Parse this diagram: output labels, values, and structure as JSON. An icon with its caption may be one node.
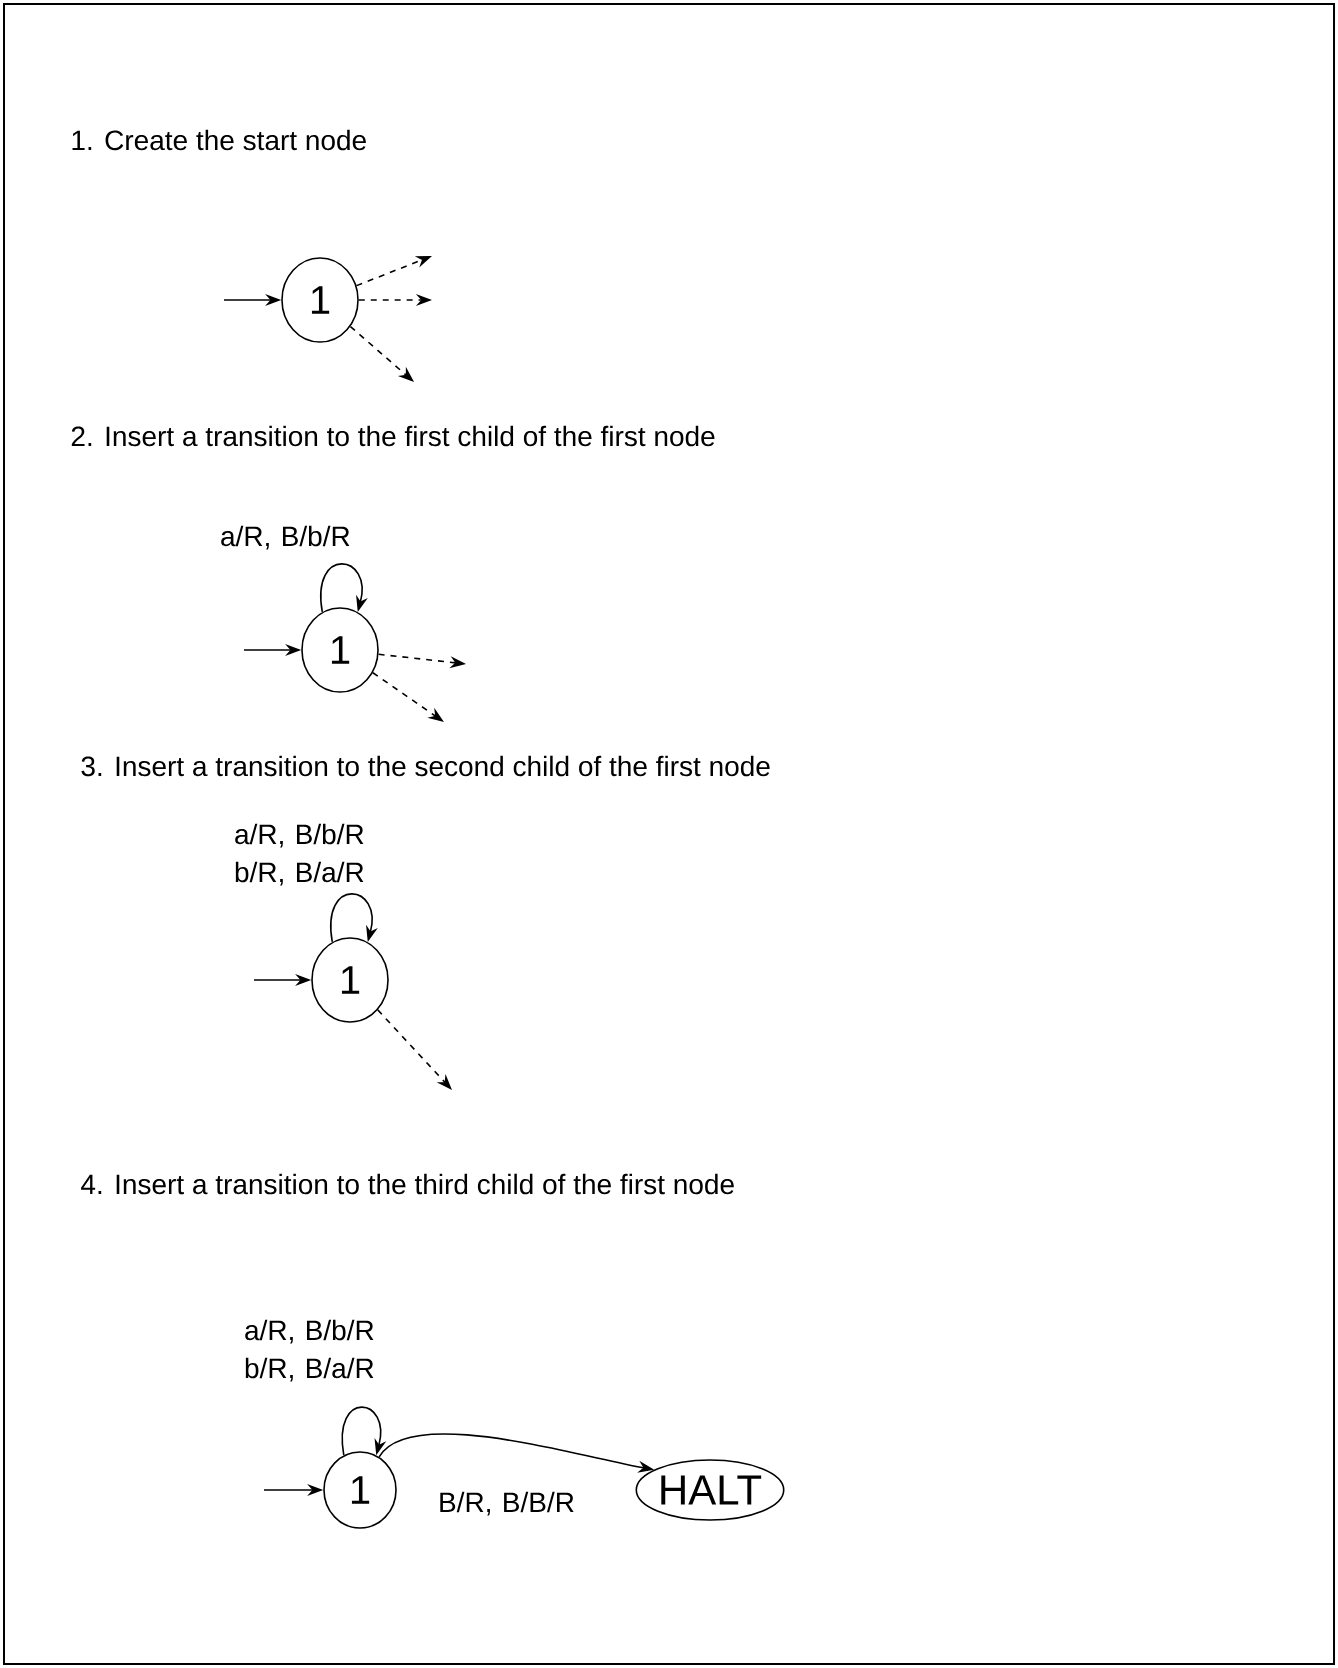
{
  "diagram": {
    "nodes": [
      {
        "text": [
          "1"
        ]
      },
      {
        "text": [
          "1"
        ]
      },
      {
        "text": [
          "1"
        ]
      },
      {
        "text": [
          "1"
        ]
      },
      {
        "text": [
          "HALT"
        ]
      }
    ],
    "edges": [
      {
        "from": null,
        "to": 0,
        "arrow": "to"
      },
      {
        "from": 0,
        "to": null,
        "arrow": "to",
        "style": "dashed"
      },
      {
        "from": 0,
        "to": null,
        "arrow": "to",
        "style": "dashed"
      },
      {
        "from": 0,
        "to": null,
        "arrow": "to",
        "style": "dashed"
      },
      {
        "from": null,
        "to": 1,
        "arrow": "to"
      },
      {
        "from": 1,
        "to": 1,
        "arrow": "to",
        "label": "a/R, B/b/R"
      },
      {
        "from": 1,
        "to": null,
        "arrow": "to",
        "style": "dashed"
      },
      {
        "from": 1,
        "to": null,
        "arrow": "to",
        "style": "dashed"
      },
      {
        "from": null,
        "to": 2,
        "arrow": "to"
      },
      {
        "from": 2,
        "to": 2,
        "arrow": "to",
        "label": "a/R, B/b/R b/R, B/a/R"
      },
      {
        "from": 2,
        "to": null,
        "arrow": "to",
        "style": "dashed"
      },
      {
        "from": null,
        "to": 3,
        "arrow": "to"
      },
      {
        "from": 3,
        "to": 3,
        "arrow": "to",
        "label": "a/R, B/b/R b/R, B/a/R"
      },
      {
        "from": 3,
        "to": 4,
        "arrow": "to",
        "label": "B/R, B/B/R"
      }
    ],
    "labels": [
      "1. Create the start node",
      "2. Insert a transition to the first child of the first node",
      "3. Insert a transition to the second child of the first node",
      "4. Insert a transition to the third child of the first node"
    ]
  }
}
